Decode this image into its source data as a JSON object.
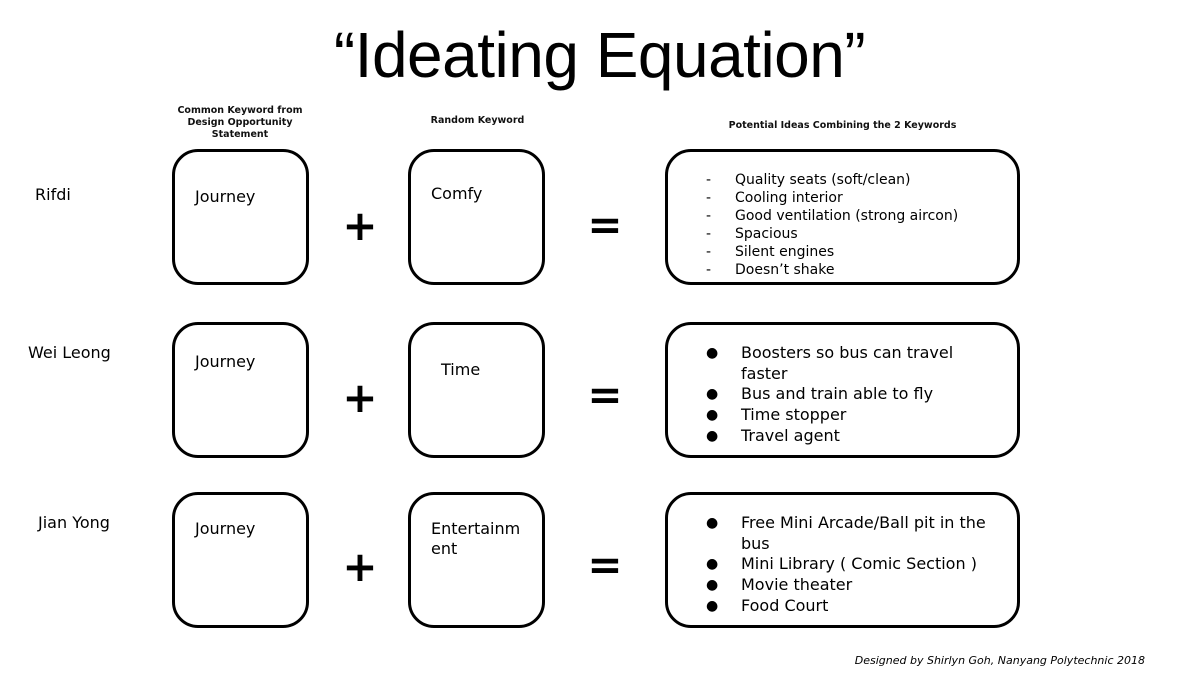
{
  "title": "“Ideating Equation”",
  "headers": {
    "common": "Common Keyword from Design Opportunity Statement",
    "random": "Random Keyword",
    "ideas": "Potential Ideas Combining the 2 Keywords"
  },
  "operators": {
    "plus": "+",
    "equals": "="
  },
  "rows": [
    {
      "name": "Rifdi",
      "common_keyword": "Journey",
      "random_keyword": "Comfy",
      "marker": "-",
      "ideas": [
        "Quality seats (soft/clean)",
        "Cooling interior",
        "Good ventilation (strong aircon)",
        "Spacious",
        "Silent engines",
        "Doesn’t shake"
      ]
    },
    {
      "name": "Wei Leong",
      "common_keyword": "Journey",
      "random_keyword": "Time",
      "marker": "●",
      "ideas": [
        "Boosters so bus can travel faster",
        "Bus and train able to fly",
        "Time stopper",
        "Travel agent"
      ]
    },
    {
      "name": "Jian Yong",
      "common_keyword": "Journey",
      "random_keyword": "Entertainment",
      "marker": "●",
      "ideas": [
        "Free Mini Arcade/Ball pit in the bus",
        "Mini Library ( Comic Section )",
        "Movie theater",
        "Food Court"
      ]
    }
  ],
  "credit": "Designed by Shirlyn Goh, Nanyang Polytechnic 2018"
}
